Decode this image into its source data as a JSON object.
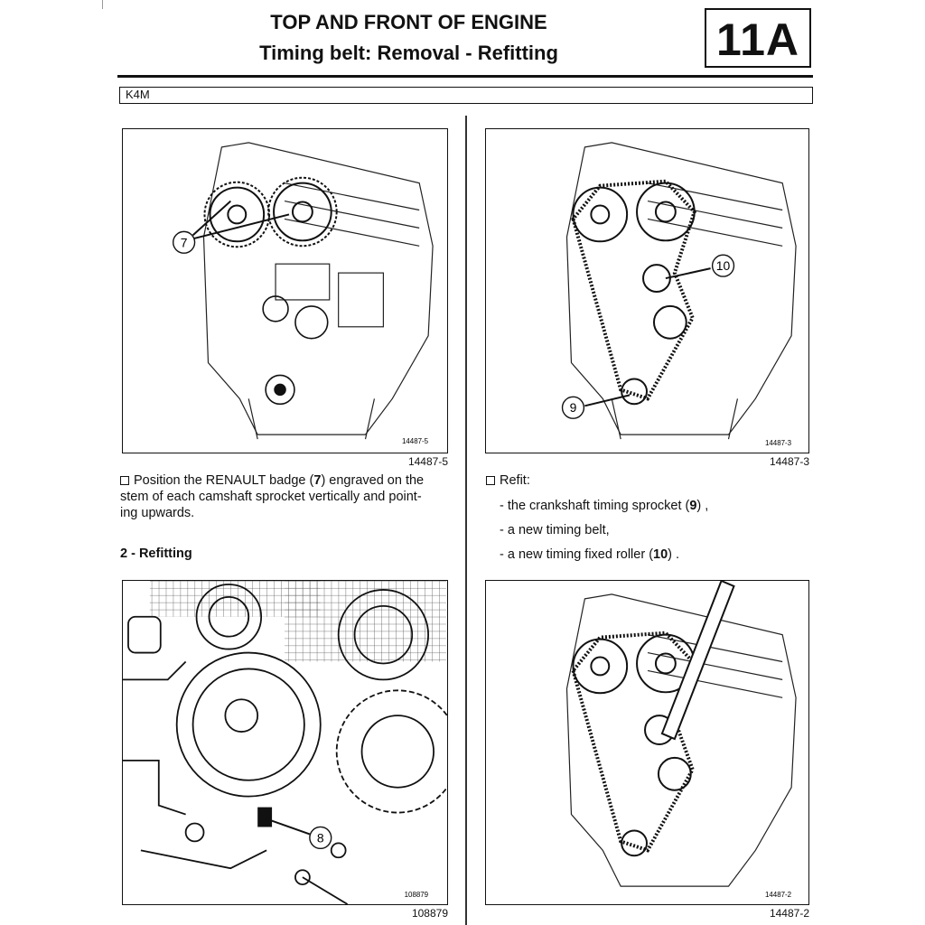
{
  "header": {
    "title": "TOP AND FRONT OF ENGINE",
    "subtitle": "Timing belt: Removal - Refitting",
    "chapter": "11A",
    "engine_code": "K4M"
  },
  "figures": {
    "top_left": {
      "ref_small": "14487-5",
      "ref": "14487-5",
      "callouts": [
        "7"
      ]
    },
    "top_right": {
      "ref_small": "14487-3",
      "ref": "14487-3",
      "callouts": [
        "10",
        "9"
      ]
    },
    "bottom_left": {
      "ref_small": "108879",
      "ref": "108879",
      "callouts": [
        "8"
      ]
    },
    "bottom_right": {
      "ref_small": "14487-2",
      "ref": "14487-2"
    }
  },
  "left_text": {
    "para_pre": "Position the RENAULT badge (",
    "para_bold": "7",
    "para_post_1": ") engraved on the",
    "para_line2": "stem of each camshaft sprocket vertically and point-",
    "para_line3": "ing upwards.",
    "section_heading": "2 - Refitting"
  },
  "right_text": {
    "refit_label": "Refit:",
    "items": [
      {
        "pre": "- the crankshaft timing sprocket (",
        "bold": "9",
        "post": ") ,"
      },
      {
        "pre": "- a new timing belt,",
        "bold": "",
        "post": ""
      },
      {
        "pre": "- a new timing fixed roller (",
        "bold": "10",
        "post": ") ."
      }
    ]
  }
}
